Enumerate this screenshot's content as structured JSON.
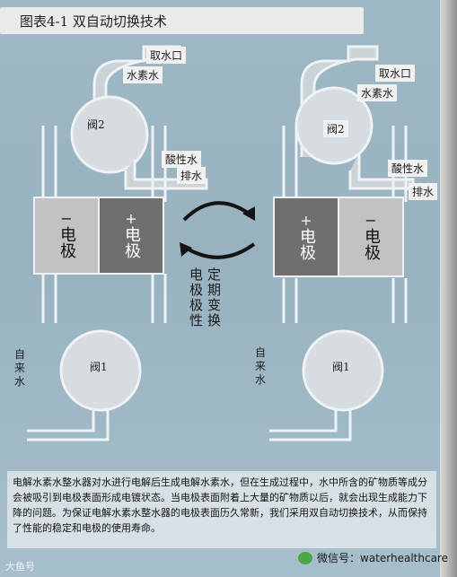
{
  "title": "图表4-1  双自动切换技术",
  "left": {
    "tap_outlet": "取水口",
    "hydrogen_water": "水素水",
    "valve2": "阀2",
    "acidic_water": "酸性水",
    "drain": "排水",
    "electrode_neg": {
      "sign": "−",
      "name": "电极"
    },
    "electrode_pos": {
      "sign": "+",
      "name": "电极"
    },
    "tap_water": "自来水",
    "valve1": "阀1"
  },
  "right": {
    "tap_outlet": "取水口",
    "hydrogen_water": "水素水",
    "valve2": "阀2",
    "acidic_water": "酸性水",
    "drain": "排水",
    "electrode_pos": {
      "sign": "+",
      "name": "电极"
    },
    "electrode_neg": {
      "sign": "−",
      "name": "电极"
    },
    "tap_water": "自来水",
    "valve1": "阀1"
  },
  "center_caption_col1": "定期变换",
  "center_caption_col2": "电极极性",
  "caption": "电解水素水整水器对水进行电解后生成电解水素水，但在生成过程中，水中所含的矿物质等成分会被吸引到电极表面形成电镀状态。当电极表面附着上大量的矿物质以后，就会出现生成能力下降的问题。为保证电解水素水整水器的电极表面历久常新，我们采用双自动切换技术，从而保持了性能的稳定和电极的使用寿命。",
  "footer_left": "大鱼号",
  "footer_right": "微信号：waterhealthcare",
  "colors": {
    "pipe": "#c9d3d8",
    "electrode_light": "#c2c2c2",
    "electrode_dark": "#6f6f6f",
    "valve": "#d6dcdf"
  }
}
